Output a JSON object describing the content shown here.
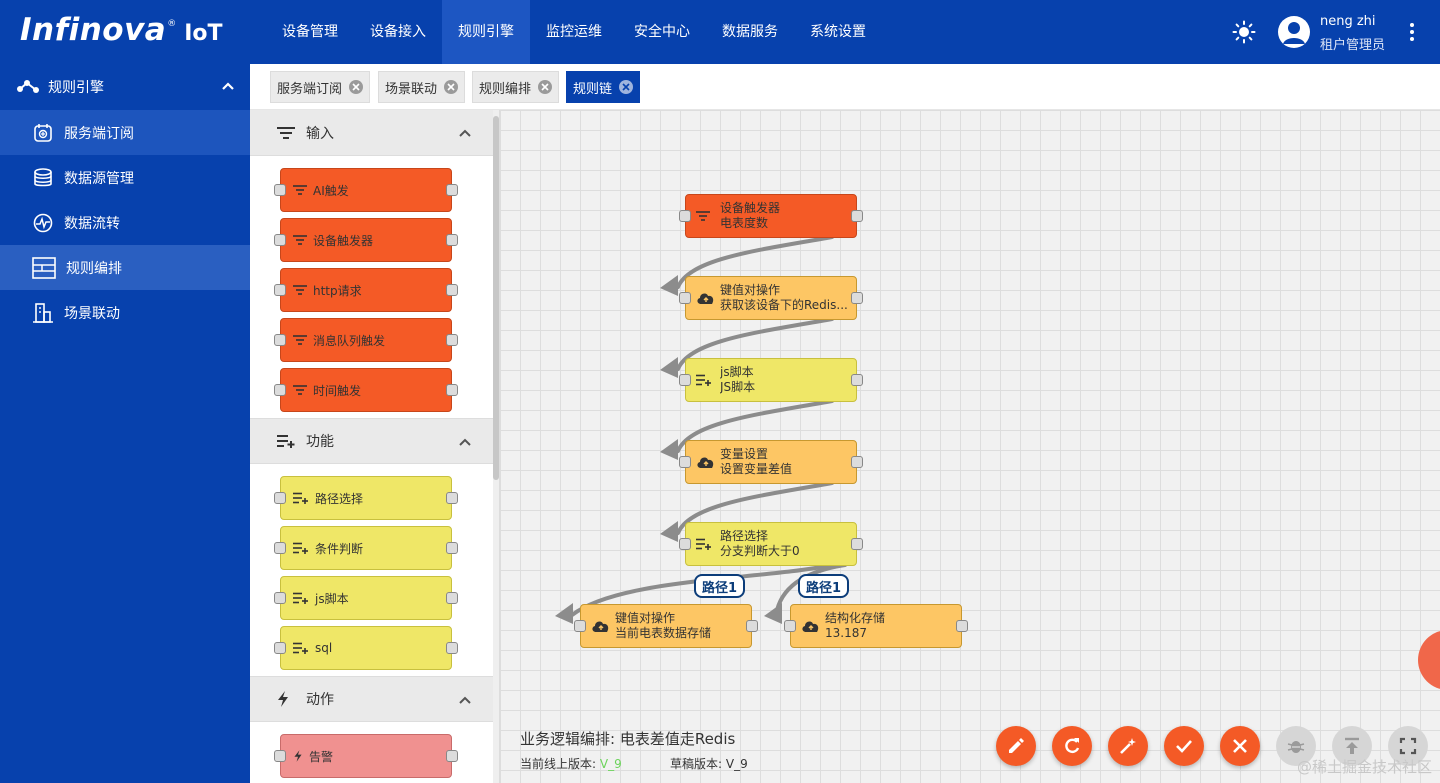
{
  "brand": {
    "name": "Infinova",
    "reg": "®",
    "suffix": "IoT"
  },
  "nav": [
    "设备管理",
    "设备接入",
    "规则引擎",
    "监控运维",
    "安全中心",
    "数据服务",
    "系统设置"
  ],
  "user": {
    "name": "neng zhi",
    "role": "租户管理员"
  },
  "sidebar": {
    "section": "规则引擎",
    "items": [
      "服务端订阅",
      "数据源管理",
      "数据流转",
      "规则编排",
      "场景联动"
    ]
  },
  "tabs": [
    "服务端订阅",
    "场景联动",
    "规则编排",
    "规则链"
  ],
  "palette": {
    "input": {
      "title": "输入",
      "nodes": [
        "AI触发",
        "设备触发器",
        "http请求",
        "消息队列触发",
        "时间触发"
      ]
    },
    "function": {
      "title": "功能",
      "nodes": [
        "路径选择",
        "条件判断",
        "js脚本",
        "sql"
      ]
    },
    "action": {
      "title": "动作",
      "nodes": [
        "告警"
      ]
    }
  },
  "flow": {
    "nodes": [
      {
        "title": "设备触发器",
        "sub": "电表度数"
      },
      {
        "title": "键值对操作",
        "sub": "获取该设备下的Redis..."
      },
      {
        "title": "js脚本",
        "sub": "JS脚本"
      },
      {
        "title": "变量设置",
        "sub": "设置变量差值"
      },
      {
        "title": "路径选择",
        "sub": "分支判断大于0"
      },
      {
        "title": "键值对操作",
        "sub": "当前电表数据存储"
      },
      {
        "title": "结构化存储",
        "sub": "13.187"
      }
    ],
    "badges": [
      "路径1",
      "路径1"
    ]
  },
  "info": {
    "title": "业务逻辑编排: 电表差值走Redis",
    "online_label": "当前线上版本: ",
    "online_version": "V_9",
    "draft_label": "草稿版本: ",
    "draft_version": "V_9"
  },
  "watermark": "@稀土掘金技术社区",
  "colors": {
    "primary": "#0741ad",
    "trigger": "#f45a26",
    "storage": "#fdc664",
    "function": "#efe767",
    "alarm": "#f09190"
  }
}
